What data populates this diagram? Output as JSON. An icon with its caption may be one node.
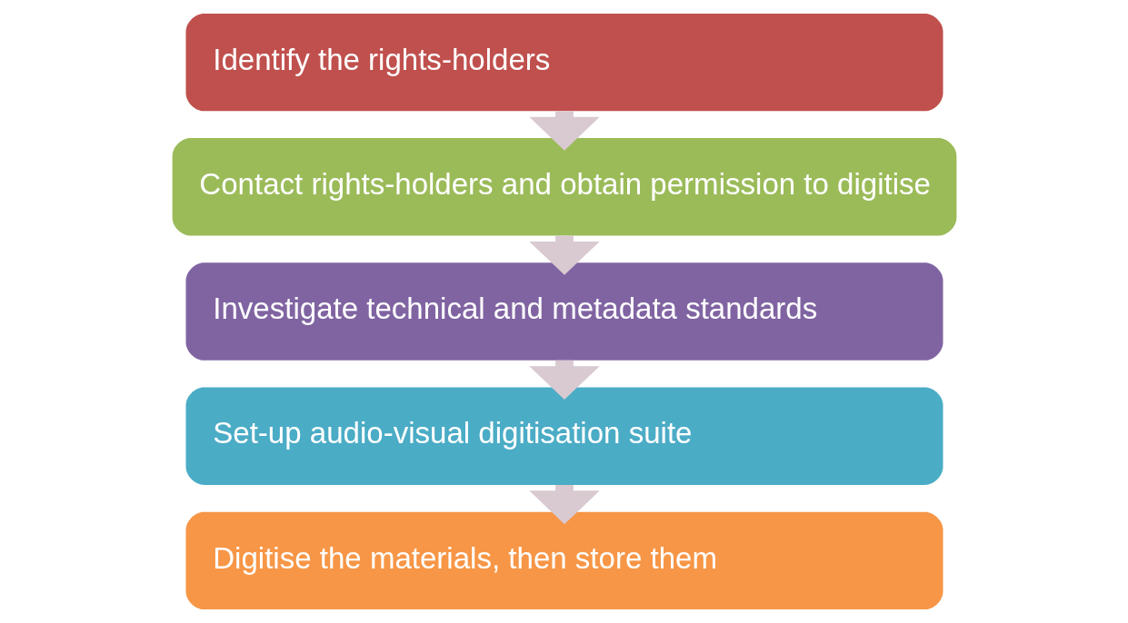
{
  "diagram": {
    "nodes": [
      {
        "text": [
          "Identify the rights-holders"
        ]
      },
      {
        "text": [
          "Contact rights-holders and obtain permission to digitise"
        ]
      },
      {
        "text": [
          "Investigate technical and metadata standards"
        ]
      },
      {
        "text": [
          "Set-up audio-visual digitisation suite"
        ]
      },
      {
        "text": [
          "Digitise the materials, then store them"
        ]
      }
    ],
    "edges": [
      {
        "from": 0,
        "to": 1,
        "arrow": "to"
      },
      {
        "from": 1,
        "to": 2,
        "arrow": "to"
      },
      {
        "from": 2,
        "to": 3,
        "arrow": "to"
      },
      {
        "from": 3,
        "to": 4,
        "arrow": "to"
      }
    ]
  }
}
